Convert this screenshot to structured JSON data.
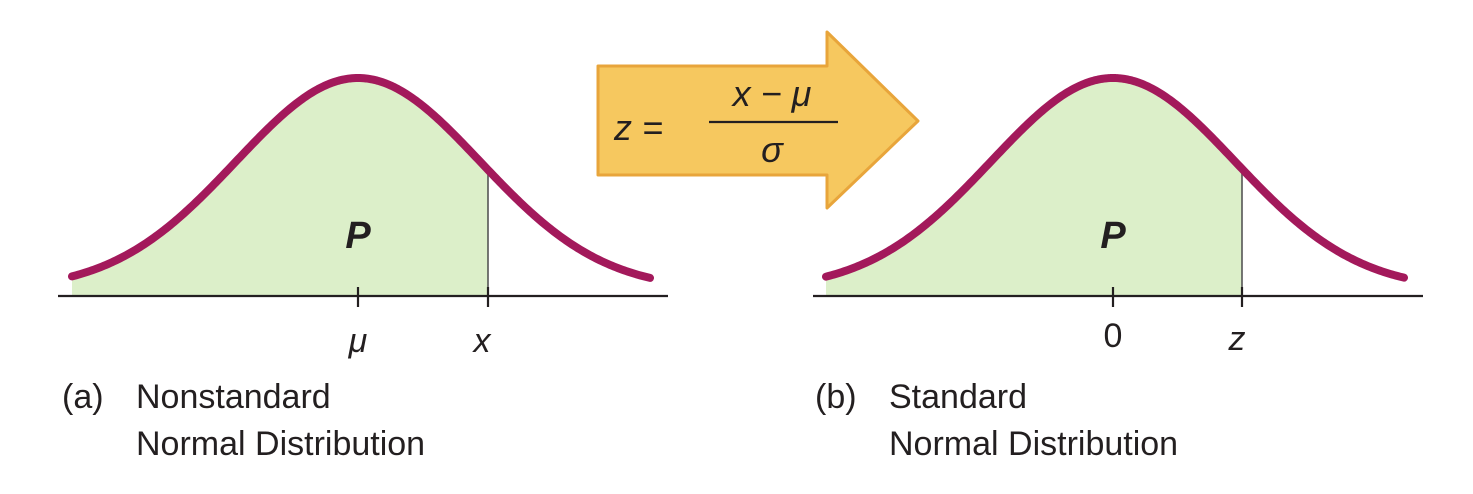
{
  "colors": {
    "curve": "#a3195b",
    "fill": "#dcefc9",
    "axis": "#231f20",
    "arrow_fill": "#f6c85f",
    "arrow_stroke": "#e8a53b"
  },
  "panels": [
    {
      "id": "a",
      "area_label": "P",
      "center_tick_label": "μ",
      "value_tick_label": "x",
      "caption_letter": "(a)",
      "caption_line1": "Nonstandard",
      "caption_line2": "Normal Distribution"
    },
    {
      "id": "b",
      "area_label": "P",
      "center_tick_label": "0",
      "value_tick_label": "z",
      "caption_letter": "(b)",
      "caption_line1": "Standard",
      "caption_line2": "Normal Distribution"
    }
  ],
  "formula": {
    "lhs": "z =",
    "numerator": "x − μ",
    "denominator": "σ"
  }
}
